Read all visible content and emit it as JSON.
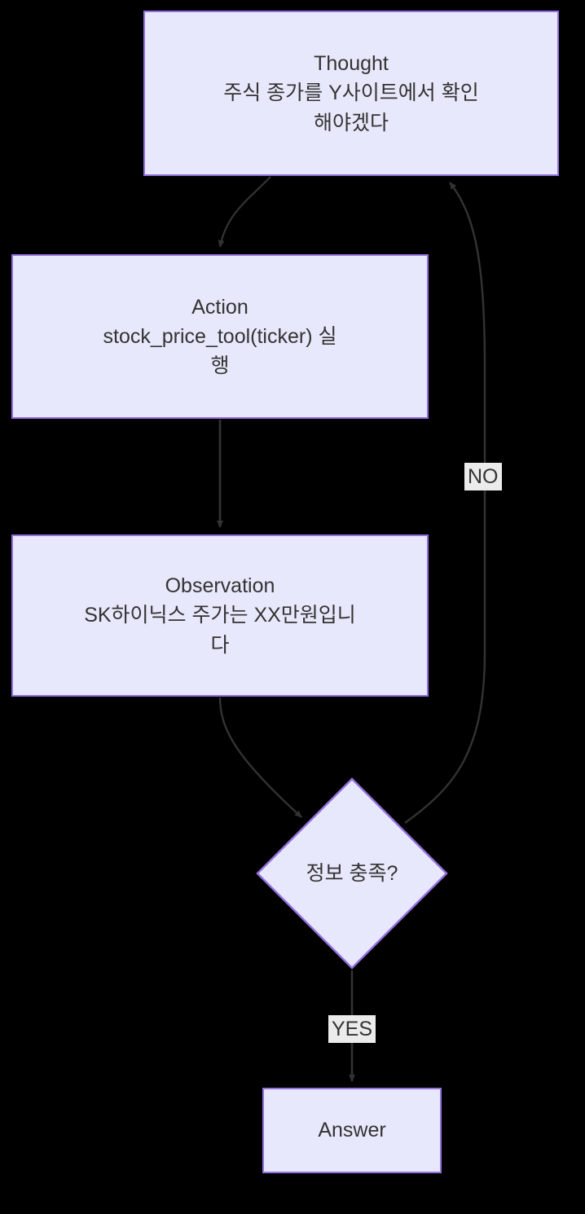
{
  "diagram": {
    "type": "flowchart",
    "direction": "top-to-bottom",
    "background_color": "#000000",
    "node_fill_color": "#e8e8fc",
    "node_border_color": "#9370db",
    "edge_color": "#333333",
    "text_color": "#333333",
    "edge_label_background": "#ebebeb",
    "nodes": {
      "thought": {
        "id": "thought",
        "shape": "rectangle",
        "text": "Thought\n주식 종가를 Y사이트에서 확인\n해야겠다"
      },
      "action": {
        "id": "action",
        "shape": "rectangle",
        "text": "Action\nstock_price_tool(ticker) 실\n행"
      },
      "observation": {
        "id": "observation",
        "shape": "rectangle",
        "text": "Observation\nSK하이닉스 주가는 XX만원입니\n다"
      },
      "decision": {
        "id": "decision",
        "shape": "diamond",
        "text": "정보 충족?"
      },
      "answer": {
        "id": "answer",
        "shape": "rectangle",
        "text": "Answer"
      }
    },
    "edges": [
      {
        "id": "thought-to-action",
        "from": "thought",
        "to": "action",
        "label": ""
      },
      {
        "id": "action-to-observation",
        "from": "action",
        "to": "observation",
        "label": ""
      },
      {
        "id": "observation-to-decision",
        "from": "observation",
        "to": "decision",
        "label": ""
      },
      {
        "id": "decision-to-thought",
        "from": "decision",
        "to": "thought",
        "label": "NO"
      },
      {
        "id": "decision-to-answer",
        "from": "decision",
        "to": "answer",
        "label": "YES"
      }
    ],
    "edge_labels": {
      "no": "NO",
      "yes": "YES"
    }
  }
}
